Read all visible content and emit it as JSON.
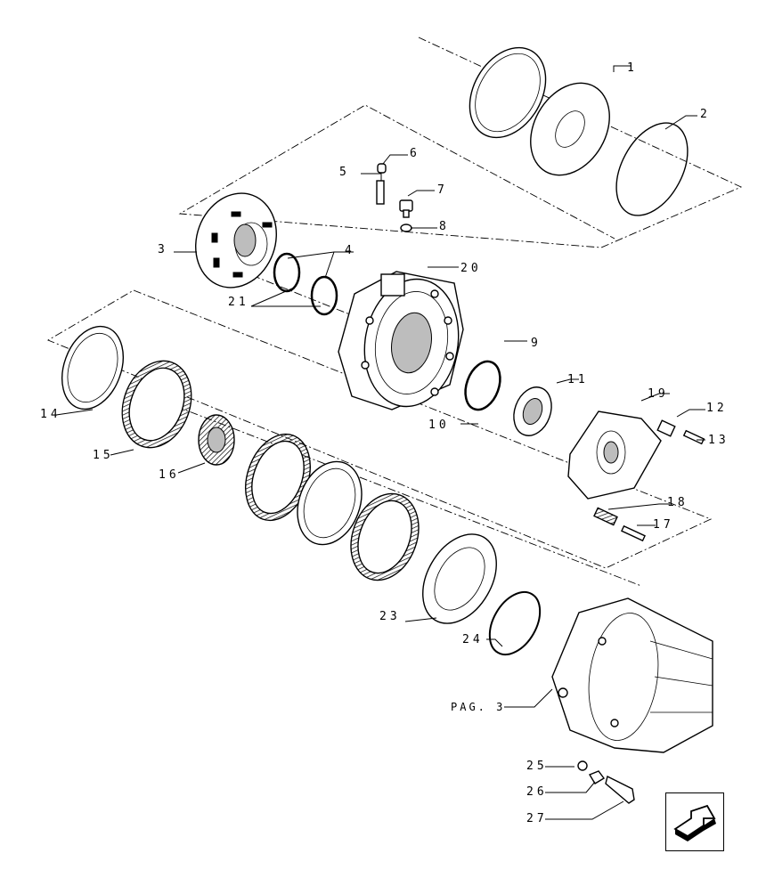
{
  "diagram": {
    "labels": {
      "p1": "1",
      "p2": "2",
      "p3": "3",
      "p4": "4",
      "p5": "5",
      "p6": "6",
      "p7": "7",
      "p8": "8",
      "p9": "9",
      "p10": "10",
      "p11": "11",
      "p12": "12",
      "p13": "13",
      "p14": "14",
      "p15": "15",
      "p16": "16",
      "p17": "17",
      "p18": "18",
      "p19": "19",
      "p20": "20",
      "p21": "21",
      "p23": "23",
      "p24": "24",
      "p25": "25",
      "p26": "26",
      "p27": "27"
    },
    "reference": "PAG. 3"
  },
  "navigation": {
    "icon": "next-page-arrow-icon"
  }
}
